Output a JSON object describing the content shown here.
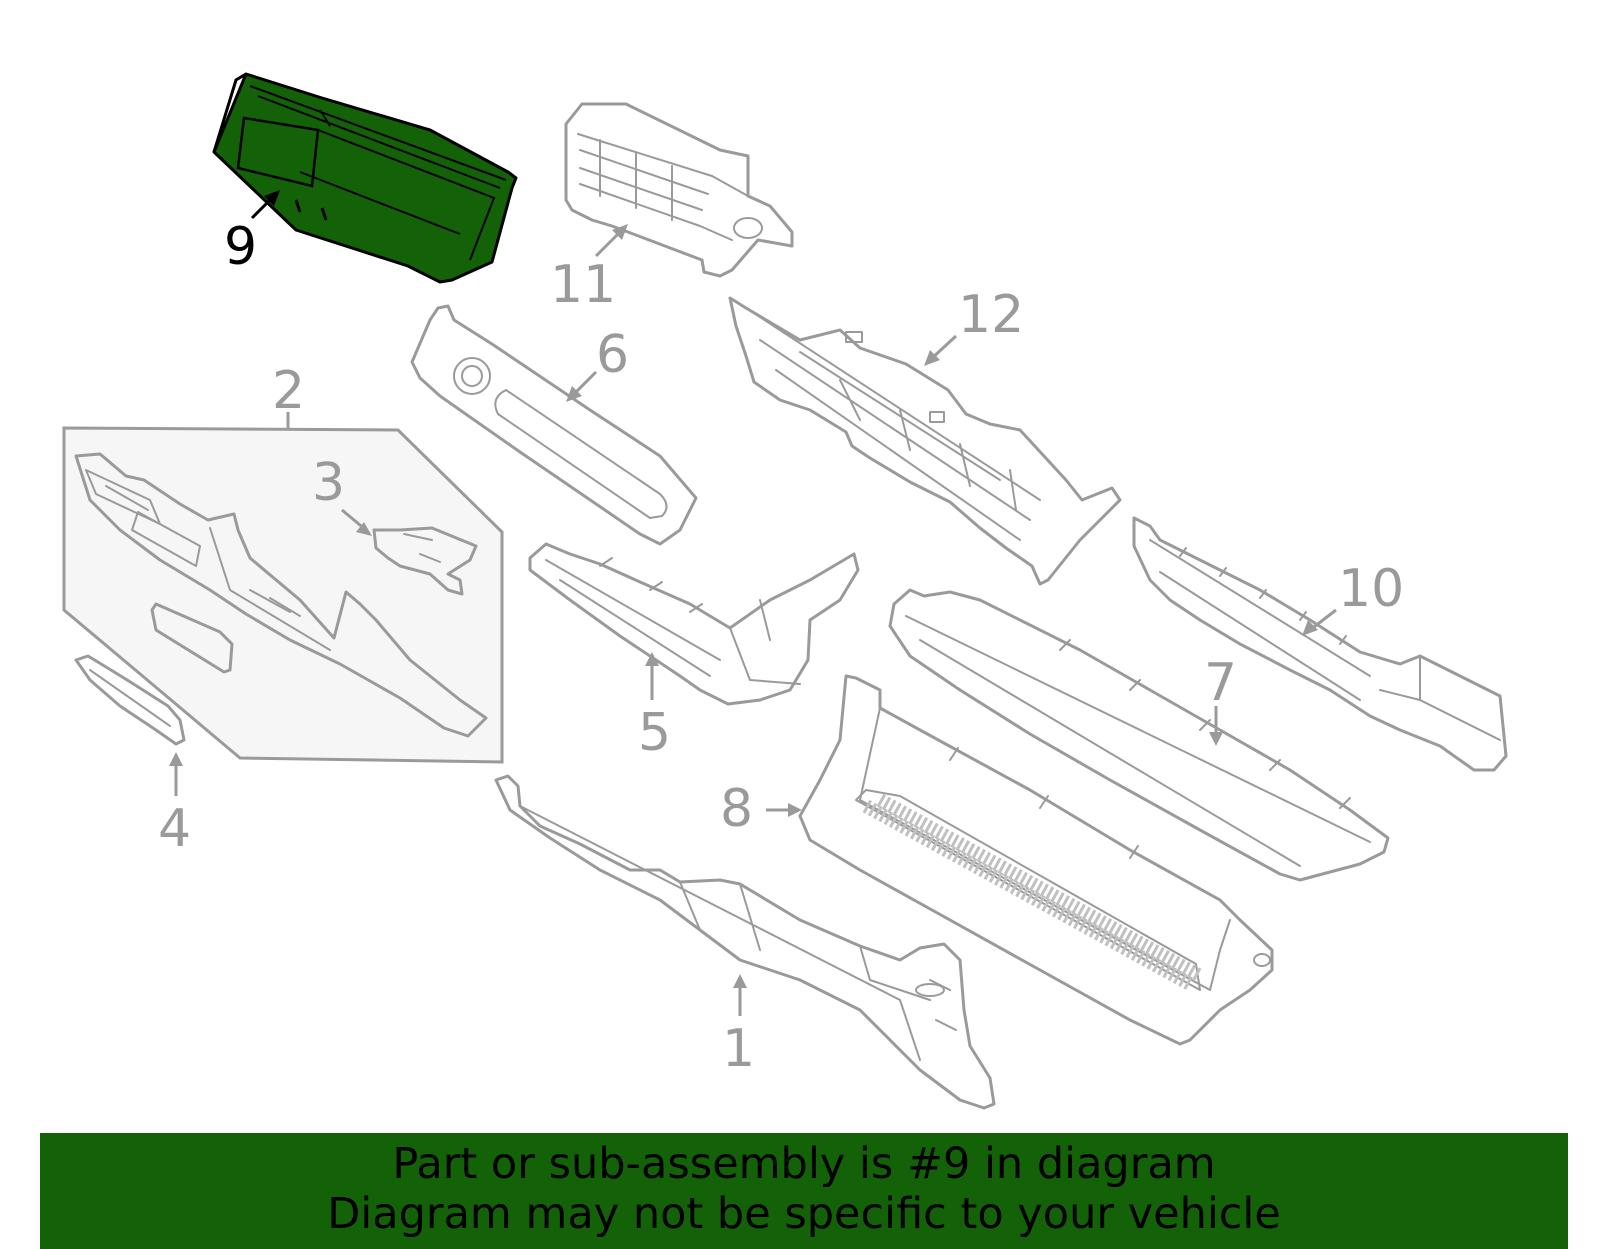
{
  "diagram": {
    "highlight_color": "#136207",
    "line_color": "#9a9a9a",
    "highlighted_part": "9",
    "callouts": [
      "1",
      "2",
      "3",
      "4",
      "5",
      "6",
      "7",
      "8",
      "9",
      "10",
      "11",
      "12"
    ]
  },
  "banner": {
    "line1": "Part or sub-assembly is #9 in diagram",
    "line2": "Diagram may not be specific to your vehicle",
    "background": "#136207"
  }
}
